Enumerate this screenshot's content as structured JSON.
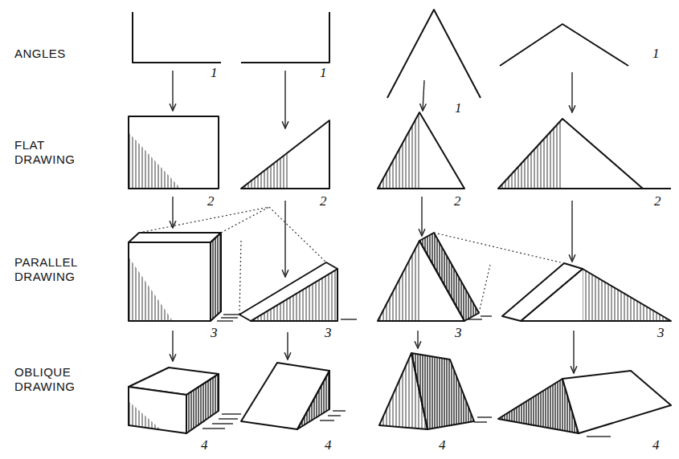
{
  "diagram": {
    "labels": [
      "ANGLES",
      "FLAT DRAWING",
      "PARALLEL DRAWING",
      "OBLIQUE DRAWING",
      "1",
      "1",
      "1",
      "1",
      "2",
      "2",
      "2",
      "2",
      "3",
      "3",
      "3",
      "3",
      "4",
      "4",
      "4",
      "4"
    ]
  }
}
